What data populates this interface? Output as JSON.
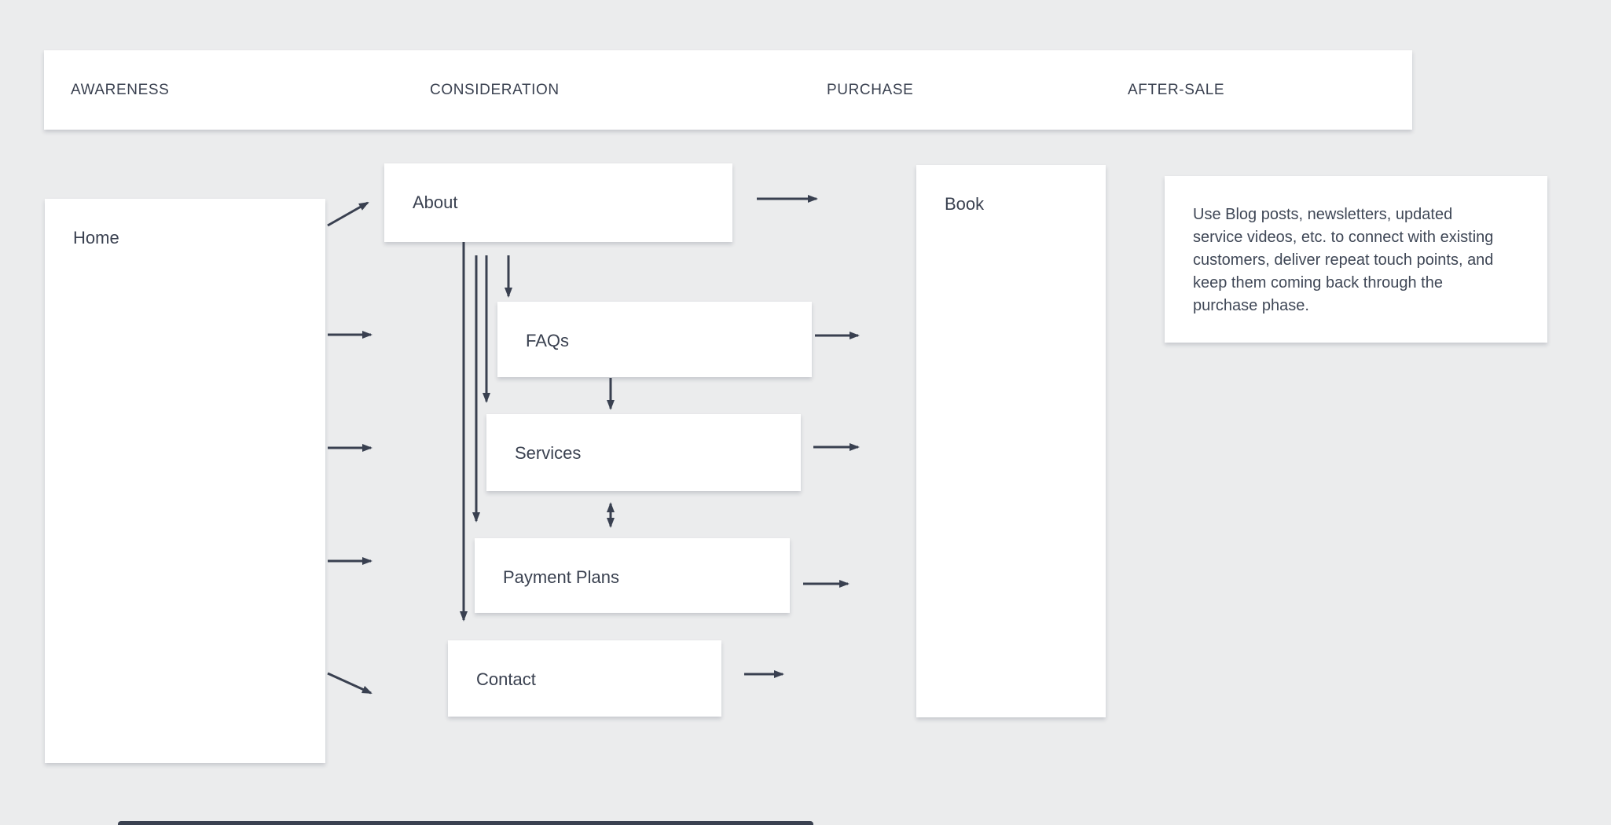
{
  "canvas": {
    "background_color": "#ebeced",
    "ink_color": "#3a4150"
  },
  "stages": {
    "labels": [
      "AWARENESS",
      "CONSIDERATION",
      "PURCHASE",
      "AFTER-SALE"
    ]
  },
  "nodes": {
    "home": {
      "label": "Home",
      "stage": "AWARENESS"
    },
    "about": {
      "label": "About",
      "stage": "CONSIDERATION"
    },
    "faqs": {
      "label": "FAQs",
      "stage": "CONSIDERATION"
    },
    "services": {
      "label": "Services",
      "stage": "CONSIDERATION"
    },
    "payment_plans": {
      "label": "Payment Plans",
      "stage": "CONSIDERATION"
    },
    "contact": {
      "label": "Contact",
      "stage": "CONSIDERATION"
    },
    "book": {
      "label": "Book",
      "stage": "PURCHASE"
    }
  },
  "note": {
    "stage": "AFTER-SALE",
    "lines": [
      "Use Blog posts, newsletters, updated",
      "service videos, etc. to connect with existing",
      "customers, deliver repeat touch points, and",
      "keep them coming back through the",
      "purchase phase."
    ]
  },
  "connections": [
    {
      "from": "home",
      "to": "about",
      "type": "arrow"
    },
    {
      "from": "home",
      "to": "faqs",
      "type": "arrow"
    },
    {
      "from": "home",
      "to": "services",
      "type": "arrow"
    },
    {
      "from": "home",
      "to": "payment_plans",
      "type": "arrow"
    },
    {
      "from": "home",
      "to": "contact",
      "type": "arrow"
    },
    {
      "from": "about",
      "to": "faqs",
      "type": "arrow"
    },
    {
      "from": "about",
      "to": "services",
      "type": "arrow"
    },
    {
      "from": "about",
      "to": "payment_plans",
      "type": "arrow"
    },
    {
      "from": "about",
      "to": "contact",
      "type": "arrow"
    },
    {
      "from": "faqs",
      "to": "services",
      "type": "arrow"
    },
    {
      "from": "services",
      "to": "payment_plans",
      "type": "double-arrow"
    },
    {
      "from": "about",
      "to": "book",
      "type": "arrow"
    },
    {
      "from": "faqs",
      "to": "book",
      "type": "arrow"
    },
    {
      "from": "services",
      "to": "book",
      "type": "arrow"
    },
    {
      "from": "payment_plans",
      "to": "book",
      "type": "arrow"
    },
    {
      "from": "contact",
      "to": "book",
      "type": "arrow"
    }
  ]
}
